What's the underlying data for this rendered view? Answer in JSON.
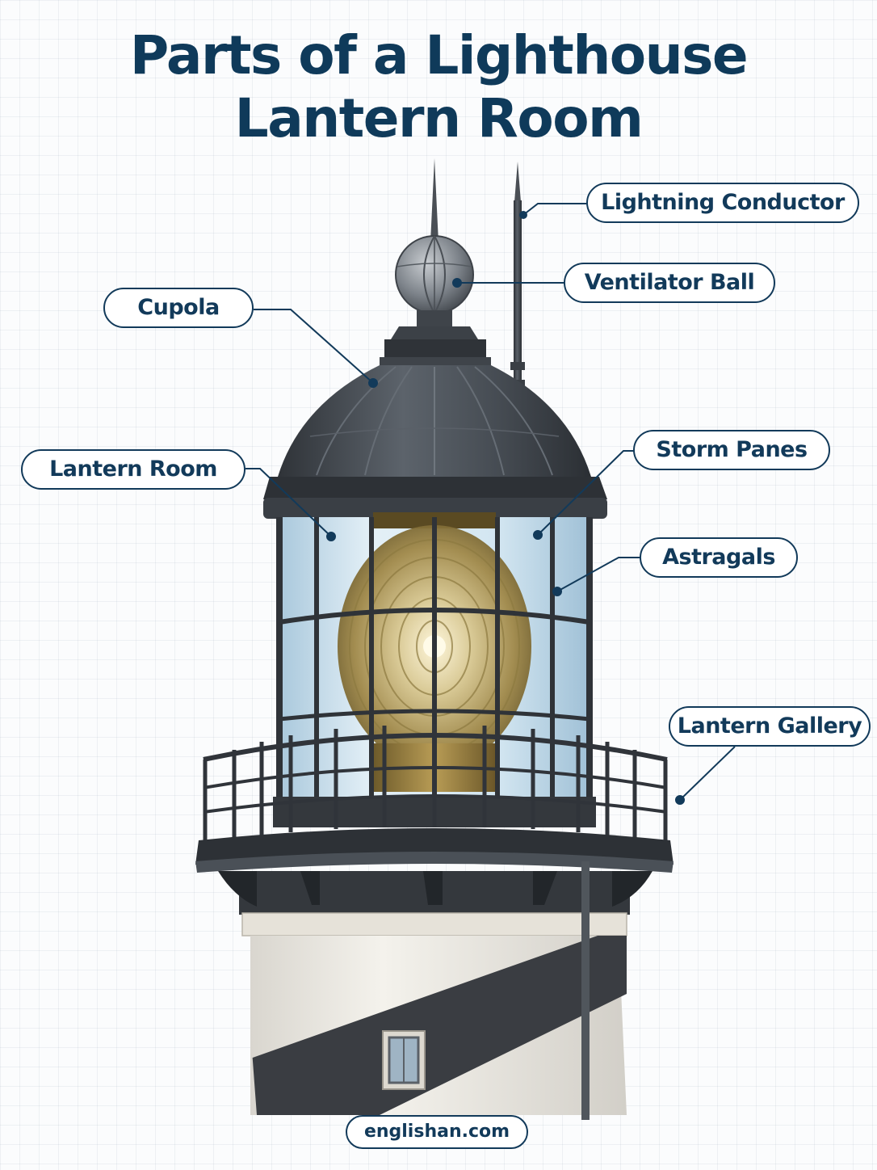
{
  "title": {
    "line1": "Parts of a Lighthouse",
    "line2": "Lantern Room"
  },
  "labels": {
    "lightning_conductor": "Lightning Conductor",
    "ventilator_ball": "Ventilator Ball",
    "cupola": "Cupola",
    "lantern_room": "Lantern Room",
    "storm_panes": "Storm Panes",
    "astragals": "Astragals",
    "lantern_gallery": "Lantern Gallery"
  },
  "footer": {
    "website": "englishan.com"
  },
  "colors": {
    "navy": "#123a5a",
    "title": "#0f3a5a",
    "metal": "#3b4046",
    "glass": "#cfe4f0",
    "brass": "#b39a55",
    "tower_white": "#ece9e2",
    "stripe": "#3a3d42"
  }
}
